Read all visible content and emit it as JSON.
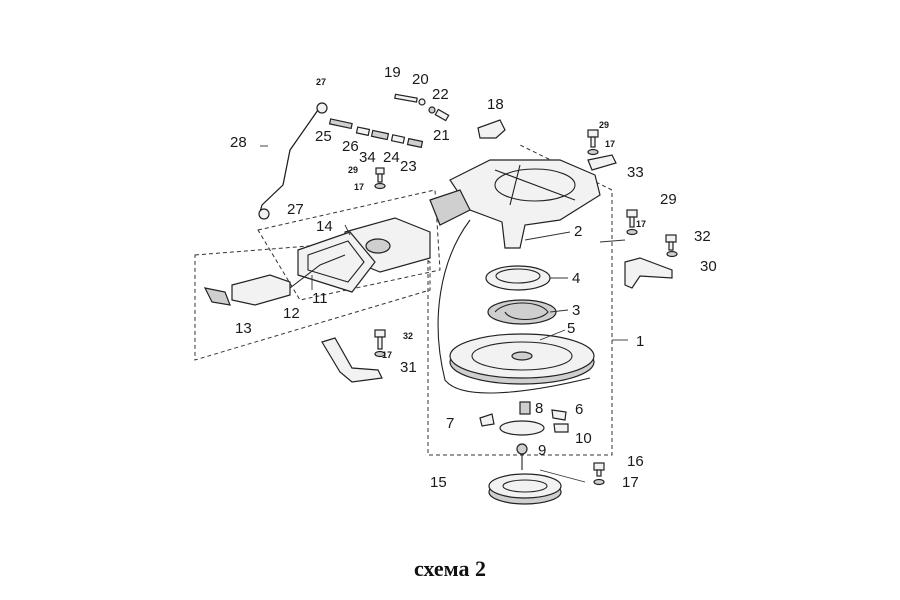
{
  "caption": "схема 2",
  "callouts": [
    {
      "text": "1"
    },
    {
      "text": "2"
    },
    {
      "text": "3"
    },
    {
      "text": "4"
    },
    {
      "text": "5"
    },
    {
      "text": "6"
    },
    {
      "text": "7"
    },
    {
      "text": "8"
    },
    {
      "text": "9"
    },
    {
      "text": "10"
    },
    {
      "text": "11"
    },
    {
      "text": "12"
    },
    {
      "text": "13"
    },
    {
      "text": "14"
    },
    {
      "text": "15"
    },
    {
      "text": "16"
    },
    {
      "text": "17"
    },
    {
      "text": "18"
    },
    {
      "text": "19"
    },
    {
      "text": "20"
    },
    {
      "text": "21"
    },
    {
      "text": "22"
    },
    {
      "text": "23"
    },
    {
      "text": "24"
    },
    {
      "text": "25"
    },
    {
      "text": "26"
    },
    {
      "text": "27"
    },
    {
      "text": "27"
    },
    {
      "text": "28"
    },
    {
      "text": "29"
    },
    {
      "text": "29"
    },
    {
      "text": "29"
    },
    {
      "text": "30"
    },
    {
      "text": "31"
    },
    {
      "text": "32"
    },
    {
      "text": "32"
    },
    {
      "text": "33"
    },
    {
      "text": "34"
    },
    {
      "text": "17"
    },
    {
      "text": "17"
    },
    {
      "text": "17"
    },
    {
      "text": "17"
    }
  ]
}
